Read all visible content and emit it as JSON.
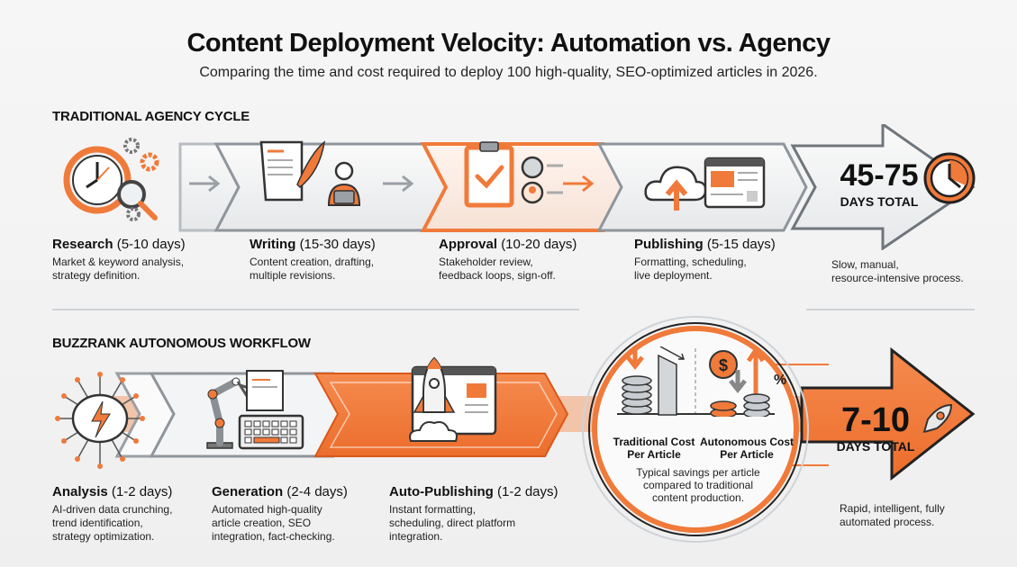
{
  "header": {
    "title": "Content Deployment Velocity: Automation vs. Agency",
    "subtitle": "Comparing the time and cost required to deploy 100 high-quality, SEO-optimized articles in 2026."
  },
  "traditional": {
    "label": "TRADITIONAL AGENCY CYCLE",
    "steps": [
      {
        "name": "Research",
        "duration": "(5-10 days)",
        "description_line1": "Market & keyword analysis,",
        "description_line2": "strategy definition.",
        "icon": "clock-magnifier-gears-icon"
      },
      {
        "name": "Writing",
        "duration": "(15-30 days)",
        "description_line1": "Content creation, drafting,",
        "description_line2": "multiple revisions.",
        "icon": "scroll-quill-writer-icon"
      },
      {
        "name": "Approval",
        "duration": "(10-20 days)",
        "description_line1": "Stakeholder review,",
        "description_line2": "feedback loops, sign-off.",
        "icon": "clipboard-check-users-icon"
      },
      {
        "name": "Publishing",
        "duration": "(5-15 days)",
        "description_line1": "Formatting, scheduling,",
        "description_line2": "live deployment.",
        "icon": "cloud-upload-browser-icon"
      }
    ],
    "total_value": "45-75",
    "total_label": "DAYS TOTAL",
    "total_icon": "clock-icon",
    "note_line1": "Slow, manual,",
    "note_line2": "resource-intensive process."
  },
  "autonomous": {
    "label": "BUZZRANK AUTONOMOUS WORKFLOW",
    "steps": [
      {
        "name": "Analysis",
        "duration": "(1-2 days)",
        "description_line1": "AI-driven data crunching,",
        "description_line2": "trend identification,",
        "description_line3": "strategy optimization.",
        "icon": "brain-lightning-icon"
      },
      {
        "name": "Generation",
        "duration": "(2-4 days)",
        "description_line1": "Automated high-quality",
        "description_line2": "article creation, SEO",
        "description_line3": "integration, fact-checking.",
        "icon": "robot-arm-keyboard-icon"
      },
      {
        "name": "Auto-Publishing",
        "duration": "(1-2 days)",
        "description_line1": "Instant formatting,",
        "description_line2": "scheduling, direct platform",
        "description_line3": "integration.",
        "icon": "rocket-browser-icon"
      }
    ],
    "cost_compare": {
      "left_label_line1": "Traditional Cost",
      "left_label_line2": "Per Article",
      "right_label_line1": "Autonomous Cost",
      "right_label_line2": "Per Article",
      "note_line1": "Typical savings per article",
      "note_line2": "compared to traditional",
      "note_line3": "content production.",
      "percent_symbol": "%",
      "coin_symbol": "$"
    },
    "total_value": "7-10",
    "total_label": "DAYS TOTAL",
    "total_icon": "rocket-icon",
    "note_line1": "Rapid, intelligent, fully",
    "note_line2": "automated process."
  },
  "colors": {
    "accent": "#f07a3a",
    "dark": "#1a1a1a",
    "gray": "#9aa0a6",
    "light_gray": "#e4e6e8"
  }
}
